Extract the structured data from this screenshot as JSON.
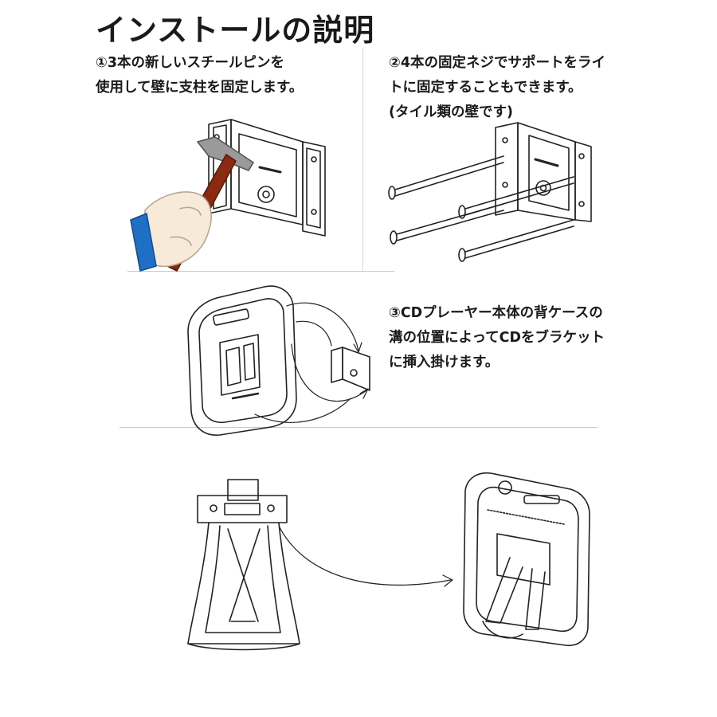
{
  "title": "インストールの説明",
  "steps": [
    {
      "lines": [
        "①3本の新しいスチールピンを",
        "使用して壁に支柱を固定します。"
      ]
    },
    {
      "lines": [
        "②4本の固定ネジでサポートをライ",
        "トに固定することもできます。",
        "(タイル類の壁です)"
      ]
    },
    {
      "lines": [
        "③CDプレーヤー本体の背ケースの",
        "溝の位置によってCDをブラケット",
        "に挿入掛けます。"
      ]
    }
  ],
  "colors": {
    "hand": "#f8ead8",
    "sleeve": "#1f6fc4",
    "handle": "#8a2a10",
    "hammer_head": "#9a9a9a",
    "line": "#222222"
  },
  "icons": [
    "hammer-icon",
    "hand-icon",
    "bracket-icon",
    "screw-icon",
    "cd-player-icon",
    "stand-icon",
    "arrow-icon"
  ]
}
